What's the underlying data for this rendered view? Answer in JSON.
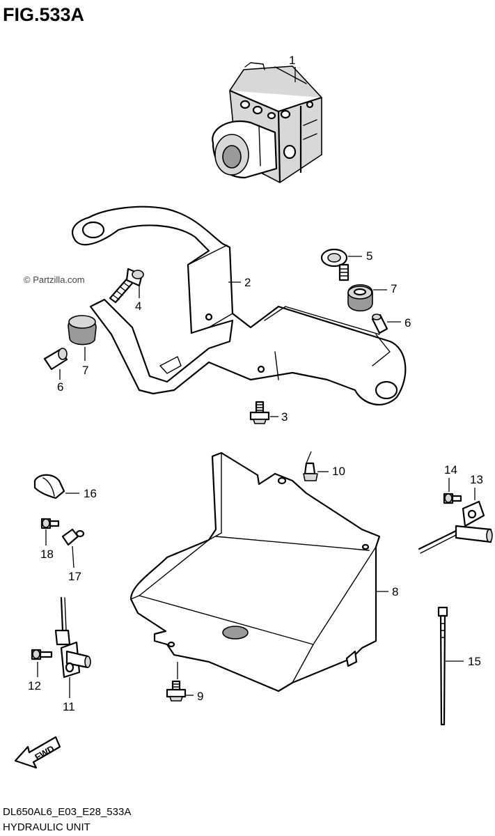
{
  "figure": {
    "title": "FIG.533A",
    "code": "DL650AL6_E03_E28_533A",
    "caption": "HYDRAULIC UNIT"
  },
  "watermark": "© Partzilla.com",
  "direction_label": "FWD",
  "callouts": {
    "c1": "1",
    "c2": "2",
    "c3": "3",
    "c4": "4",
    "c5": "5",
    "c6a": "6",
    "c6b": "6",
    "c7a": "7",
    "c7b": "7",
    "c8": "8",
    "c9": "9",
    "c10": "10",
    "c11": "11",
    "c12": "12",
    "c13": "13",
    "c14": "14",
    "c15": "15",
    "c16": "16",
    "c17": "17",
    "c18": "18"
  }
}
